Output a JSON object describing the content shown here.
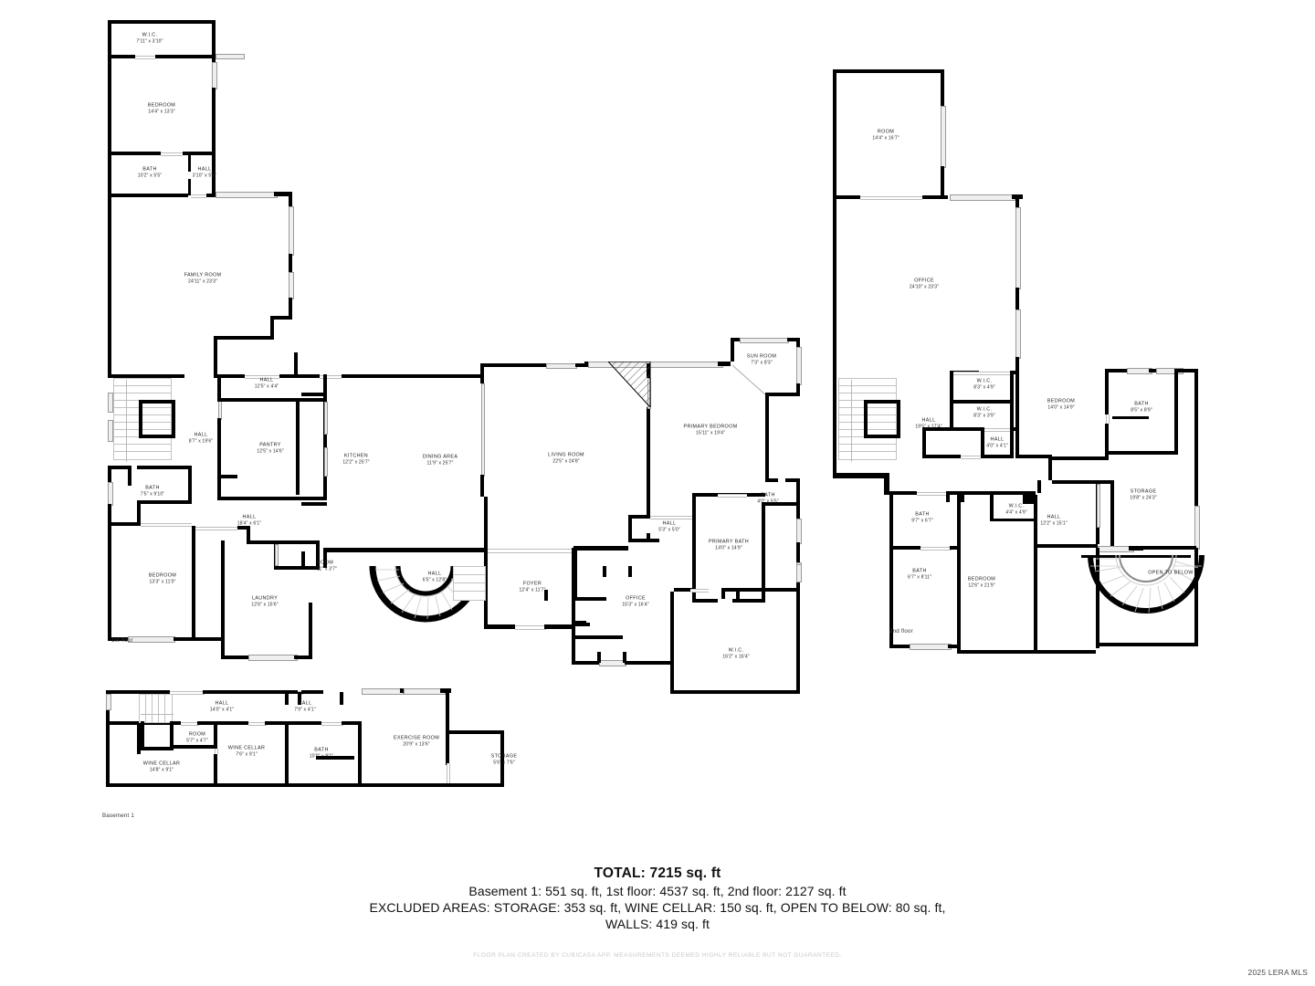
{
  "document": {
    "type": "real-estate-floor-plan",
    "disclaimer": "FLOOR PLAN CREATED BY CUBICASA APP. MEASUREMENTS DEEMED HIGHLY RELIABLE BUT NOT GUARANTEED.",
    "copyright": "2025 LERA MLS"
  },
  "summary": {
    "total": "TOTAL: 7215 sq. ft",
    "floors_line": "Basement 1: 551 sq. ft, 1st floor: 4537 sq. ft, 2nd floor: 2127 sq. ft",
    "excluded_line": "EXCLUDED AREAS: STORAGE: 353 sq. ft, WINE CELLAR: 150 sq. ft, OPEN TO BELOW: 80 sq. ft,",
    "walls_line": "WALLS: 419 sq. ft"
  },
  "floors": [
    {
      "id": "first-floor",
      "label": "1st floor",
      "area": "4537 sq. ft",
      "rooms": [
        {
          "name": "W.I.C.",
          "dim": "7'11\" x 3'10\""
        },
        {
          "name": "BEDROOM",
          "dim": "14'4\" x 13'3\""
        },
        {
          "name": "BATH",
          "dim": "10'2\" x 5'5\""
        },
        {
          "name": "HALL",
          "dim": "3'10\" x 5'5\""
        },
        {
          "name": "FAMILY ROOM",
          "dim": "24'11\" x 23'3\""
        },
        {
          "name": "HALL",
          "dim": "12'5\" x 4'4\""
        },
        {
          "name": "HALL",
          "dim": "8'7\" x 19'6\""
        },
        {
          "name": "PANTRY",
          "dim": "12'5\" x 14'6\""
        },
        {
          "name": "KITCHEN",
          "dim": "12'2\" x 25'7\""
        },
        {
          "name": "DINING AREA",
          "dim": "11'9\" x 25'7\""
        },
        {
          "name": "LIVING ROOM",
          "dim": "22'5\" x 24'8\""
        },
        {
          "name": "SUN ROOM",
          "dim": "7'3\" x 8'3\""
        },
        {
          "name": "PRIMARY BEDROOM",
          "dim": "15'11\" x 19'4\""
        },
        {
          "name": "BATH",
          "dim": "7'5\" x 9'10\""
        },
        {
          "name": "HALL",
          "dim": "18'4\" x 6'1\""
        },
        {
          "name": "BEDROOM",
          "dim": "13'3\" x 11'0\""
        },
        {
          "name": "LAUNDRY",
          "dim": "12'6\" x 15'6\""
        },
        {
          "name": "ROOM",
          "dim": "7'11\" x 3'7\""
        },
        {
          "name": "HALL",
          "dim": "6'5\" x 12'8\""
        },
        {
          "name": "FOYER",
          "dim": "12'4\" x 11'7\""
        },
        {
          "name": "HALL",
          "dim": "5'3\" x 5'0\""
        },
        {
          "name": "OFFICE",
          "dim": "15'3\" x 16'4\""
        },
        {
          "name": "PRIMARY BATH",
          "dim": "14'0\" x 14'9\""
        },
        {
          "name": "BATH",
          "dim": "4'0\" x 5'5\""
        },
        {
          "name": "W.I.C.",
          "dim": "16'2\" x 16'4\""
        }
      ]
    },
    {
      "id": "second-floor",
      "label": "2nd floor",
      "area": "2127 sq. ft",
      "rooms": [
        {
          "name": "ROOM",
          "dim": "14'4\" x 16'7\""
        },
        {
          "name": "OFFICE",
          "dim": "24'10\" x 23'3\""
        },
        {
          "name": "W.I.C.",
          "dim": "8'3\" x 4'9\""
        },
        {
          "name": "W.I.C.",
          "dim": "8'3\" x 3'9\""
        },
        {
          "name": "HALL",
          "dim": "19'5\" x 17'4\""
        },
        {
          "name": "HALL",
          "dim": "4'0\" x 4'1\""
        },
        {
          "name": "BEDROOM",
          "dim": "14'0\" x 14'9\""
        },
        {
          "name": "BATH",
          "dim": "8'5\" x 8'9\""
        },
        {
          "name": "STORAGE",
          "dim": "19'8\" x 24'3\""
        },
        {
          "name": "BATH",
          "dim": "9'7\" x 6'7\""
        },
        {
          "name": "BATH",
          "dim": "6'7\" x 8'11\""
        },
        {
          "name": "W.I.C.",
          "dim": "4'4\" x 4'9\""
        },
        {
          "name": "HALL",
          "dim": "12'2\" x 15'1\""
        },
        {
          "name": "BEDROOM",
          "dim": "12'6\" x 21'9\""
        },
        {
          "name": "OPEN TO BELOW",
          "dim": ""
        }
      ]
    },
    {
      "id": "basement-1",
      "label": "Basement 1",
      "area": "551 sq. ft",
      "rooms": [
        {
          "name": "HALL",
          "dim": "14'0\" x 4'1\""
        },
        {
          "name": "HALL",
          "dim": "7'9\" x 4'1\""
        },
        {
          "name": "ROOM",
          "dim": "5'7\" x 4'7\""
        },
        {
          "name": "WINE CELLAR",
          "dim": "14'8\" x 9'1\""
        },
        {
          "name": "WINE CELLAR",
          "dim": "7'6\" x 9'1\""
        },
        {
          "name": "BATH",
          "dim": "10'0\" x 9'1\""
        },
        {
          "name": "EXERCISE ROOM",
          "dim": "20'9\" x 13'6\""
        },
        {
          "name": "STORAGE",
          "dim": "5'6\" x 7'6\""
        }
      ]
    }
  ],
  "colors": {
    "wall": "#000000",
    "background": "#ffffff",
    "window": "#efefef",
    "text": "#1a1a1a",
    "disclaimer_text": "#c9c9c9"
  }
}
